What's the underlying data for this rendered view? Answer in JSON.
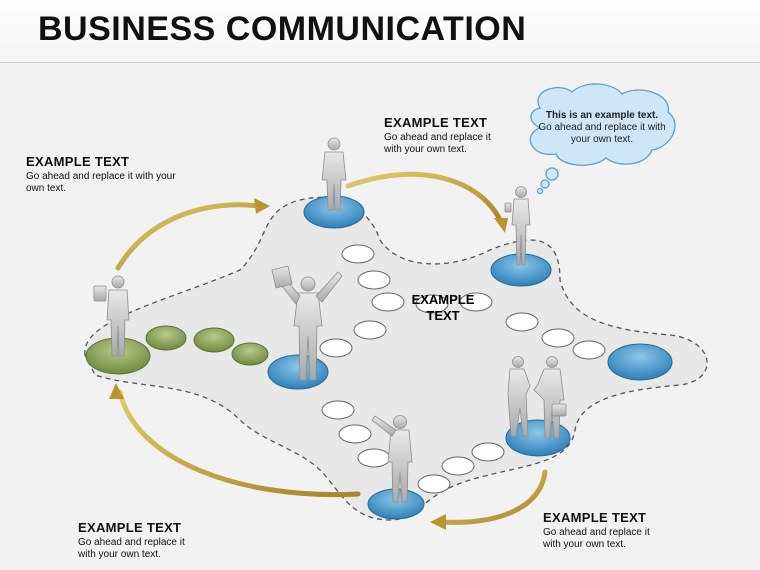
{
  "title": "BUSINESS COMMUNICATION",
  "blocks": {
    "top_left": {
      "heading": "EXAMPLE TEXT",
      "body": "Go ahead and replace it with your own text."
    },
    "top_mid": {
      "heading": "EXAMPLE TEXT",
      "body": "Go ahead and replace it with your own text."
    },
    "bottom_left": {
      "heading": "EXAMPLE TEXT",
      "body": "Go ahead and replace it with your own text."
    },
    "bottom_right": {
      "heading": "EXAMPLE TEXT",
      "body": "Go ahead and replace it with your own text."
    }
  },
  "center_label": {
    "line1": "EXAMPLE",
    "line2": "TEXT"
  },
  "bubble": {
    "title": "This is an example text.",
    "body": "Go ahead and replace it with your own text."
  },
  "colors": {
    "blue": "#3a8fc4",
    "green": "#8aa05a",
    "arrow": "#c9a83a",
    "path": "#ffffff"
  }
}
